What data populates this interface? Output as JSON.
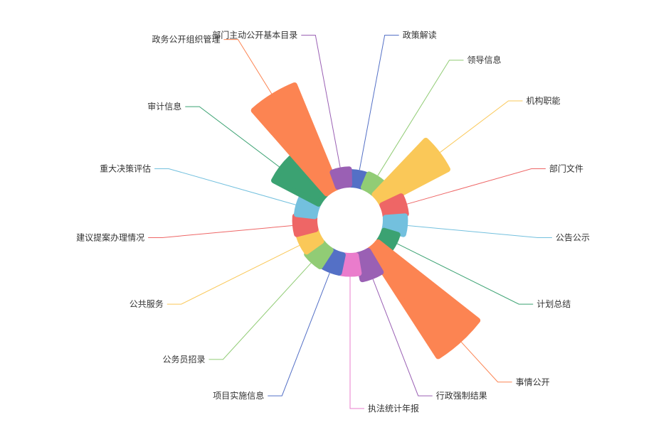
{
  "chart_data": {
    "type": "pie",
    "rose_type": "radius",
    "categories": [
      "政策解读",
      "领导信息",
      "机构职能",
      "部门文件",
      "公告公示",
      "计划总结",
      "事情公开",
      "行政强制结果",
      "执法统计年报",
      "项目实施信息",
      "公务员招录",
      "公共服务",
      "建议提案办理情况",
      "重大决策评估",
      "审计信息",
      "政务公开组织管理",
      "部门主动公开基本目录"
    ],
    "values": [
      30,
      31,
      76,
      36,
      35,
      31,
      115,
      39,
      34,
      34,
      35,
      34,
      35,
      34,
      58,
      103,
      32
    ],
    "colors": [
      "#5470c6",
      "#91cc75",
      "#fac858",
      "#ee6666",
      "#73c0de",
      "#3ba272",
      "#fc8452",
      "#9a60b4",
      "#ea7ccc",
      "#5470c6",
      "#91cc75",
      "#fac858",
      "#ee6666",
      "#73c0de",
      "#3ba272",
      "#fc8452",
      "#9a60b4"
    ],
    "legend": "none",
    "grid": false
  }
}
